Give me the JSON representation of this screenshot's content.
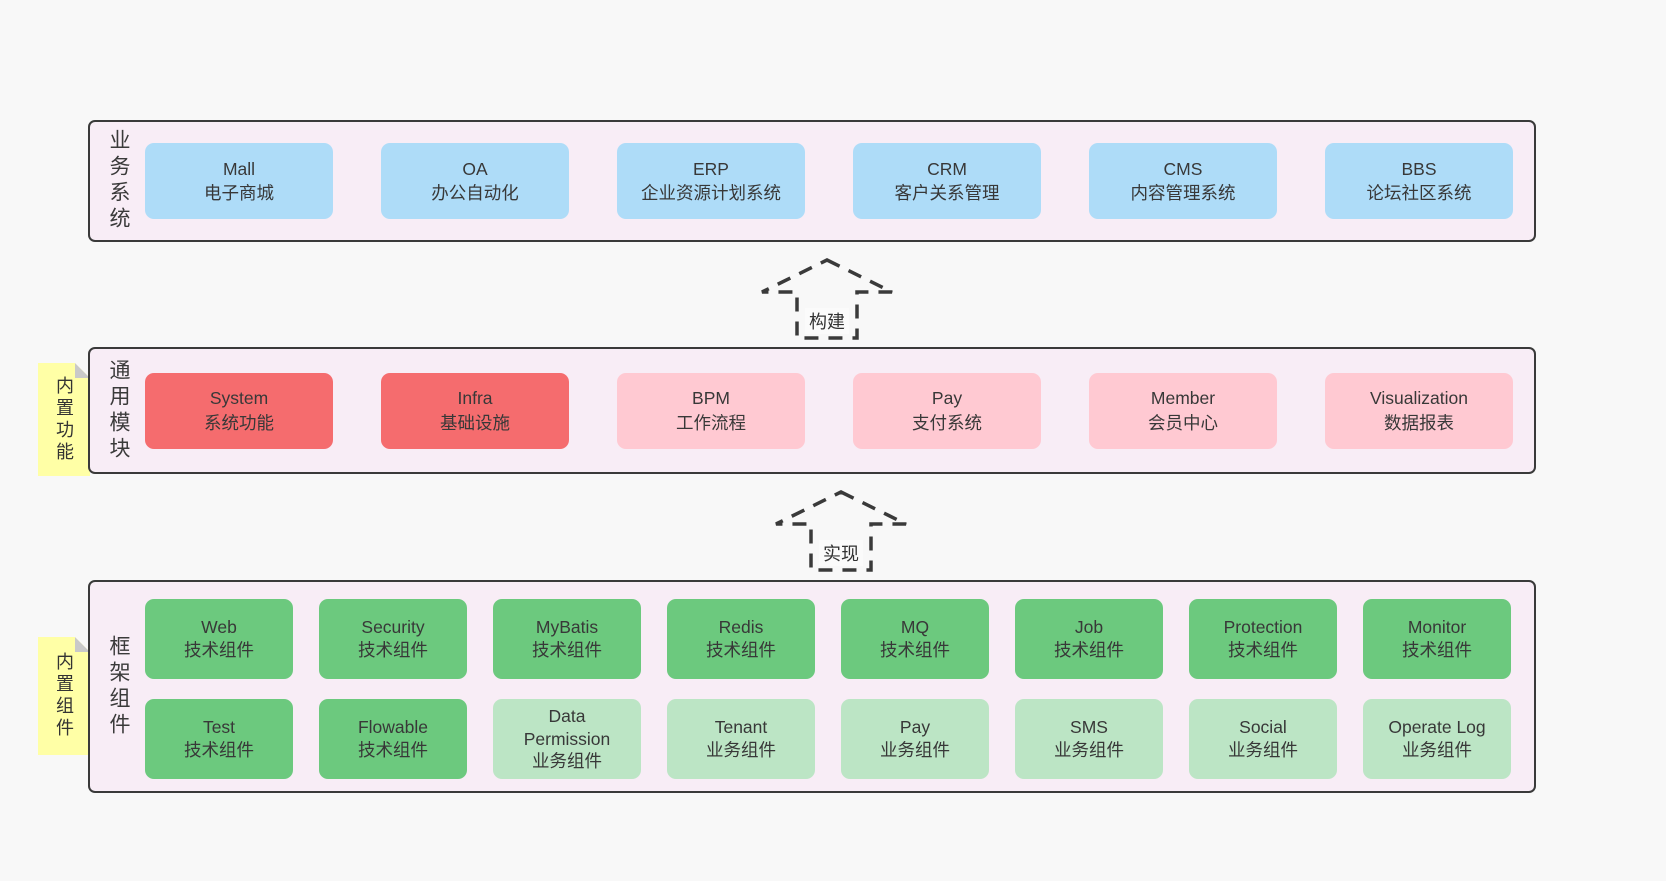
{
  "colors": {
    "page_bg": "#f8f8f8",
    "band_bg": "#f8edf6",
    "band_border": "#3a3a3a",
    "blue_box": "#aedcf8",
    "red_box": "#f56c6e",
    "pink_box": "#ffc9d2",
    "green_box": "#6cc97e",
    "light_green_box": "#bce5c5",
    "sticky_bg": "#ffffa6",
    "sticky_fold": "#c9c9c9",
    "text": "#3a3a3a",
    "arrow": "#3a3a3a"
  },
  "bands": {
    "business": {
      "side_label": "业务系统",
      "boxes": [
        {
          "en": "Mall",
          "zh": "电子商城"
        },
        {
          "en": "OA",
          "zh": "办公自动化"
        },
        {
          "en": "ERP",
          "zh": "企业资源计划系统"
        },
        {
          "en": "CRM",
          "zh": "客户关系管理"
        },
        {
          "en": "CMS",
          "zh": "内容管理系统"
        },
        {
          "en": "BBS",
          "zh": "论坛社区系统"
        }
      ]
    },
    "modules": {
      "side_label": "通用模块",
      "sticky_label": "内置功能",
      "boxes": [
        {
          "en": "System",
          "zh": "系统功能"
        },
        {
          "en": "Infra",
          "zh": "基础设施"
        },
        {
          "en": "BPM",
          "zh": "工作流程"
        },
        {
          "en": "Pay",
          "zh": "支付系统"
        },
        {
          "en": "Member",
          "zh": "会员中心"
        },
        {
          "en": "Visualization",
          "zh": "数据报表"
        }
      ]
    },
    "framework": {
      "side_label": "框架组件",
      "sticky_label": "内置组件",
      "row1": [
        {
          "en": "Web",
          "zh": "技术组件"
        },
        {
          "en": "Security",
          "zh": "技术组件"
        },
        {
          "en": "MyBatis",
          "zh": "技术组件"
        },
        {
          "en": "Redis",
          "zh": "技术组件"
        },
        {
          "en": "MQ",
          "zh": "技术组件"
        },
        {
          "en": "Job",
          "zh": "技术组件"
        },
        {
          "en": "Protection",
          "zh": "技术组件"
        },
        {
          "en": "Monitor",
          "zh": "技术组件"
        }
      ],
      "row2": [
        {
          "en": "Test",
          "zh": "技术组件"
        },
        {
          "en": "Flowable",
          "zh": "技术组件"
        },
        {
          "en": "Data Permission",
          "zh": "业务组件"
        },
        {
          "en": "Tenant",
          "zh": "业务组件"
        },
        {
          "en": "Pay",
          "zh": "业务组件"
        },
        {
          "en": "SMS",
          "zh": "业务组件"
        },
        {
          "en": "Social",
          "zh": "业务组件"
        },
        {
          "en": "Operate Log",
          "zh": "业务组件"
        }
      ]
    }
  },
  "arrows": {
    "build": "构建",
    "implement": "实现"
  }
}
